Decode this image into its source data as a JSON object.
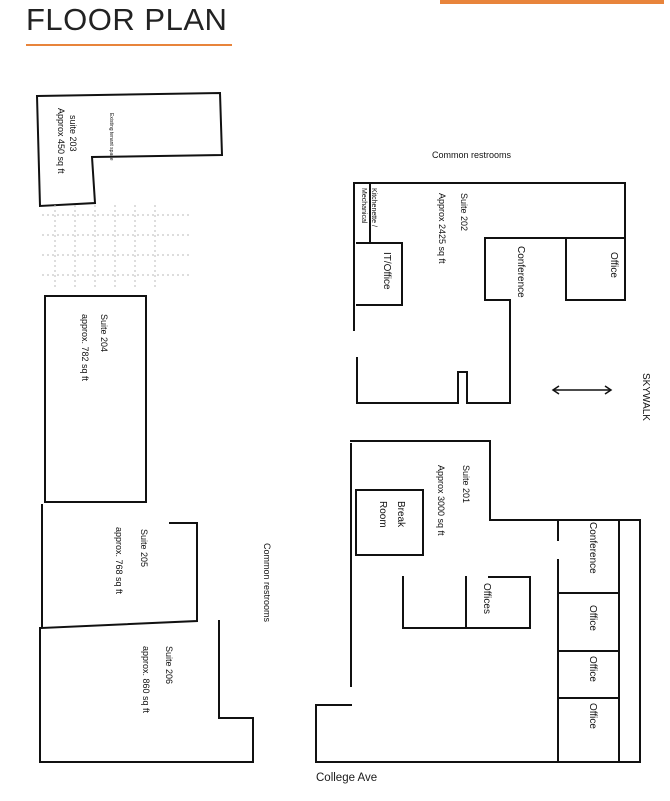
{
  "title": "FLOOR PLAN",
  "accent_color": "#e8843b",
  "labels": {
    "suite203_name": "suite 203",
    "suite203_area": "Approx 450 sq ft",
    "existing_tenant": "Existing tenant space",
    "suite204_name": "Suite 204",
    "suite204_area": "approx. 782 sq ft",
    "suite205_name": "Suite 205",
    "suite205_area": "approx. 768 sq ft",
    "suite206_name": "Suite 206",
    "suite206_area": "approx. 860 sq ft",
    "common_restrooms_top": "Common restrooms",
    "common_restrooms_side": "Common restrooms",
    "suite202_name": "Suite 202",
    "suite202_area": "Approx 2425 sq ft",
    "kitchenette": "Kitchenette /",
    "mechanical": "Mechanical",
    "it_office": "IT/Office",
    "conference_202": "Conference",
    "office_202": "Office",
    "skywalk": "SKYWALK",
    "suite201_name": "Suite 201",
    "suite201_area": "Approx 3000 sq ft",
    "break_room_1": "Break",
    "break_room_2": "Room",
    "offices_201": "Offices",
    "conference_201": "Conference",
    "office_201_a": "Office",
    "office_201_b": "Office",
    "office_201_c": "Office",
    "college_ave": "College Ave"
  }
}
